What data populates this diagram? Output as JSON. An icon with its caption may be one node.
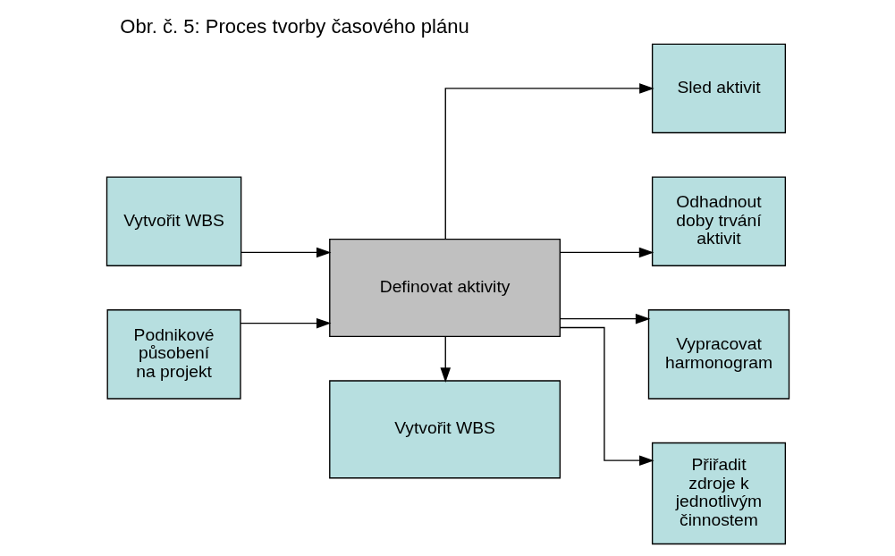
{
  "diagram": {
    "title": "Obr. č. 5: Proces tvorby časového plánu",
    "nodes": [
      {
        "text": [
          "Vytvořit WBS"
        ]
      },
      {
        "text": [
          "Podnikové působení na projekt"
        ]
      },
      {
        "text": [
          "Definovat aktivity"
        ]
      },
      {
        "text": [
          "Vytvořit WBS"
        ]
      },
      {
        "text": [
          "Sled aktivit"
        ]
      },
      {
        "text": [
          "Odhadnout doby trvání aktivit"
        ]
      },
      {
        "text": [
          "Vypracovat harmonogram"
        ]
      },
      {
        "text": [
          "Přiřadit zdroje k jednotlivým činnostem"
        ]
      }
    ],
    "edges": [
      {
        "from": 0,
        "to": 2,
        "arrow": "to"
      },
      {
        "from": 1,
        "to": 2,
        "arrow": "to"
      },
      {
        "from": 2,
        "to": 3,
        "arrow": "to"
      },
      {
        "from": 2,
        "to": 4,
        "arrow": "to"
      },
      {
        "from": 2,
        "to": 5,
        "arrow": "to"
      },
      {
        "from": 2,
        "to": 6,
        "arrow": "to"
      },
      {
        "from": 2,
        "to": 7,
        "arrow": "to"
      }
    ]
  }
}
